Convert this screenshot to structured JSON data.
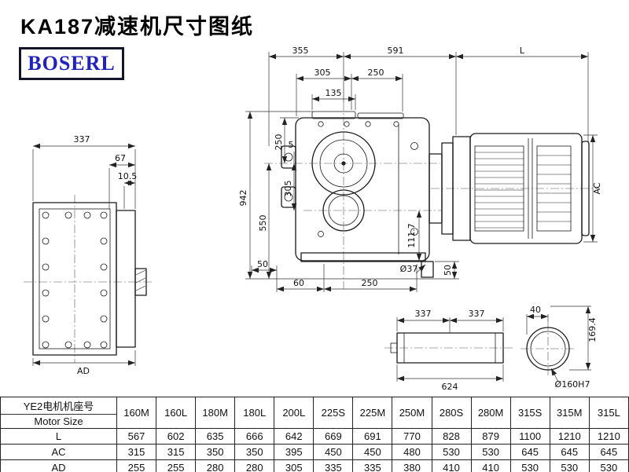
{
  "title": "KA187减速机尺寸图纸",
  "logo": "BOSERL",
  "drawing": {
    "front": {
      "dim_355": "355",
      "dim_591": "591",
      "dim_L": "L",
      "dim_305_top": "305",
      "dim_250_top": "250",
      "dim_135": "135",
      "dim_942": "942",
      "dim_550": "550",
      "dim_250_left": "250",
      "dim_5": "5",
      "dim_305_left": "305",
      "dim_111_7": "111.7",
      "dim_50_bottom_left": "50",
      "dim_60": "60",
      "dim_250_bottom": "250",
      "dim_shaft_dia": "Ø37",
      "dim_50_bottom_right": "50",
      "dim_AC": "AC"
    },
    "side": {
      "dim_337": "337",
      "dim_67": "67",
      "dim_10_5": "10.5",
      "dim_AD": "AD"
    },
    "shaft": {
      "dim_337_left": "337",
      "dim_337_right": "337",
      "dim_624": "624"
    },
    "shaft_end": {
      "dim_40": "40",
      "dim_169_4": "169.4",
      "dim_bore": "Ø160H7"
    }
  },
  "table": {
    "header_cn": "YE2电机机座号",
    "header_en": "Motor Size",
    "columns": [
      "160M",
      "160L",
      "180M",
      "180L",
      "200L",
      "225S",
      "225M",
      "250M",
      "280S",
      "280M",
      "315S",
      "315M",
      "315L"
    ],
    "rows": [
      {
        "label": "L",
        "values": [
          "567",
          "602",
          "635",
          "666",
          "642",
          "669",
          "691",
          "770",
          "828",
          "879",
          "1100",
          "1210",
          "1210"
        ]
      },
      {
        "label": "AC",
        "values": [
          "315",
          "315",
          "350",
          "350",
          "395",
          "450",
          "450",
          "480",
          "530",
          "530",
          "645",
          "645",
          "645"
        ]
      },
      {
        "label": "AD",
        "values": [
          "255",
          "255",
          "280",
          "280",
          "305",
          "335",
          "335",
          "380",
          "410",
          "410",
          "530",
          "530",
          "530"
        ]
      }
    ]
  }
}
